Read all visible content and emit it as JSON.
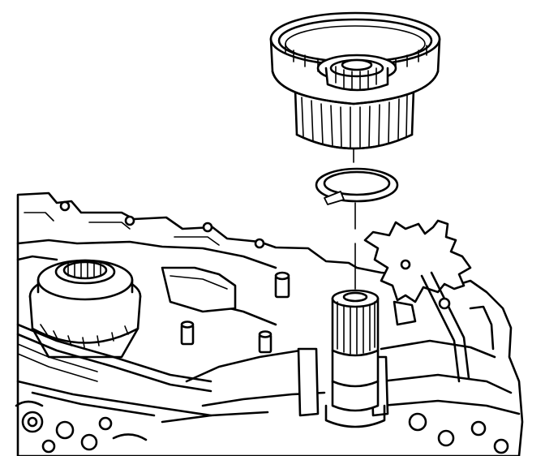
{
  "diagram": {
    "type": "technical-line-drawing",
    "style": "black line art on white",
    "colors": {
      "ink": "#000000",
      "paper": "#ffffff"
    },
    "components": [
      "case-housing",
      "input-drum",
      "snap-ring",
      "input-shaft",
      "bearing-race",
      "alignment-line",
      "bracket-plate"
    ]
  }
}
